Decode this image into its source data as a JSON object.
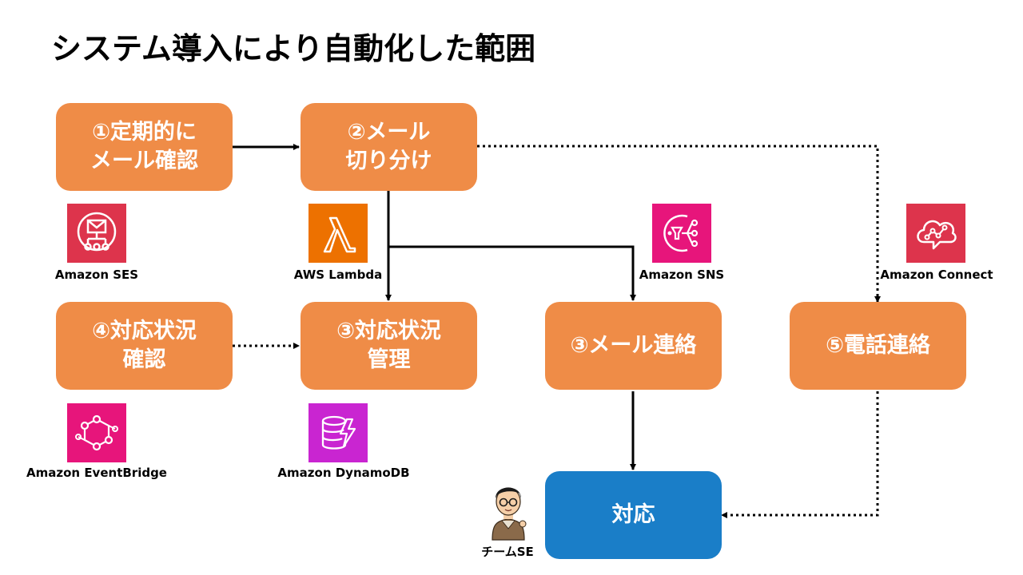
{
  "title": "システム導入により自動化した範囲",
  "steps": {
    "check_mail": [
      "①定期的に",
      "メール確認"
    ],
    "sort_mail": [
      "②メール",
      "切り分け"
    ],
    "status_check": [
      "④対応状況",
      "確認"
    ],
    "status_manage": [
      "③対応状況",
      "管理"
    ],
    "mail_notify": "③メール連絡",
    "phone_notify": "⑤電話連絡",
    "respond": "対応"
  },
  "services": {
    "ses": {
      "label": "Amazon SES",
      "icon": "ses-email-icon",
      "color": "#dd344c"
    },
    "lambda": {
      "label": "AWS Lambda",
      "icon": "lambda-icon",
      "color": "#ed7100"
    },
    "sns": {
      "label": "Amazon SNS",
      "icon": "sns-icon",
      "color": "#e7157b"
    },
    "connect": {
      "label": "Amazon Connect",
      "icon": "connect-icon",
      "color": "#dd344c"
    },
    "eventbridge": {
      "label": "Amazon EventBridge",
      "icon": "eventbridge-icon",
      "color": "#e7157b"
    },
    "dynamodb": {
      "label": "Amazon DynamoDB",
      "icon": "dynamodb-icon",
      "color": "#c925d1"
    }
  },
  "person": {
    "label": "チームSE",
    "icon": "engineer-person-icon"
  }
}
